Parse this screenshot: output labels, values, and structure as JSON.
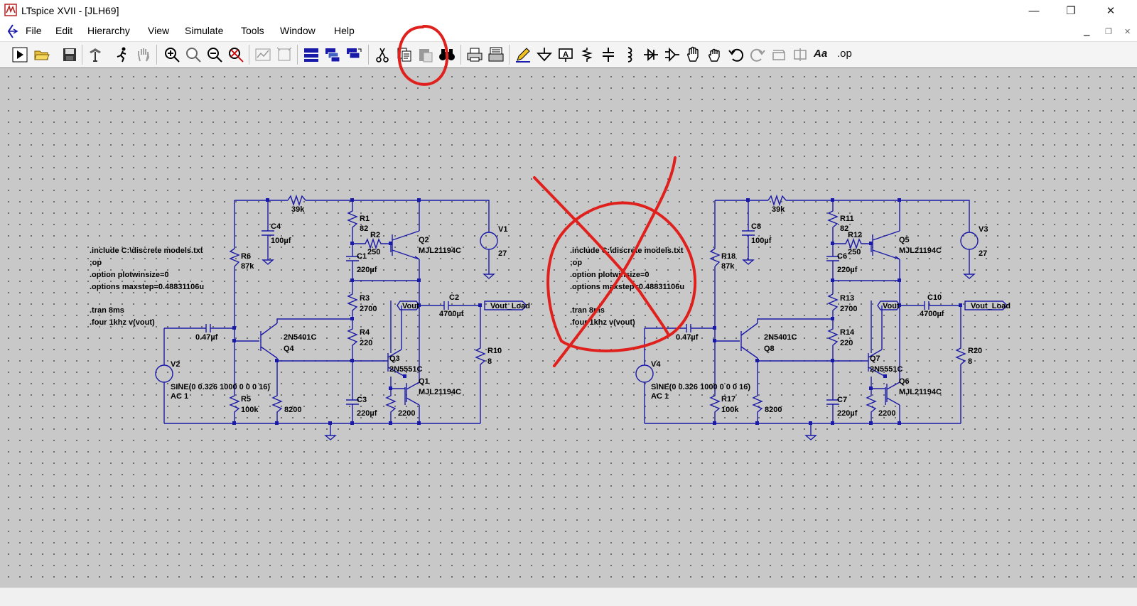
{
  "window": {
    "title": "LTspice XVII - [JLH69]",
    "minimize": "—",
    "maximize": "❐",
    "close": "✕"
  },
  "menu": [
    "File",
    "Edit",
    "Hierarchy",
    "View",
    "Simulate",
    "Tools",
    "Window",
    "Help"
  ],
  "toolbar": {
    "op_label": ".op",
    "font_label": "Aa"
  },
  "circuit1": {
    "directives": [
      ".include C:\\discrete models.txt",
      ";op",
      ".option plotwinsize=0",
      ".options maxstep=0.48831106u",
      ".tran 8ms",
      ".four 1khz v(vout)"
    ],
    "r_feedback": "39k",
    "c4": [
      "C4",
      "100µf"
    ],
    "r1": [
      "R1",
      "82"
    ],
    "r2": [
      "R2",
      "250"
    ],
    "q2": [
      "Q2",
      "MJL21194C"
    ],
    "v1": [
      "V1",
      "27"
    ],
    "r6": [
      "R6",
      "87k"
    ],
    "c1": [
      "C1",
      "220µf"
    ],
    "r3": [
      "R3",
      "2700"
    ],
    "vout": "Vout",
    "c2": [
      "C2",
      "4700µf"
    ],
    "vout_load": "Vout_Load",
    "c_in": "0.47µf",
    "q4": [
      "Q4",
      "2N5401C"
    ],
    "r4": [
      "R4",
      "220"
    ],
    "q3": [
      "Q3",
      "2N5551C"
    ],
    "r10": [
      "R10",
      "8"
    ],
    "v2": [
      "V2",
      "SINE(0 0.326 1000 0 0 0 16)",
      "AC 1"
    ],
    "q1": [
      "Q1",
      "MJL21194C"
    ],
    "r5": [
      "R5",
      "100k"
    ],
    "r_8200": "8200",
    "c3": [
      "C3",
      "220µf"
    ],
    "r_2200": "2200"
  },
  "circuit2": {
    "directives": [
      ".include C:\\discrete models.txt",
      ";op",
      ".option plotwinsize=0",
      ".options maxstep=0.48831106u",
      ".tran 8ms",
      ".four 1khz v(vout)"
    ],
    "r_feedback": "39k",
    "c4": [
      "C8",
      "100µf"
    ],
    "r1": [
      "R11",
      "82"
    ],
    "r2": [
      "R12",
      "250"
    ],
    "q2": [
      "Q5",
      "MJL21194C"
    ],
    "v1": [
      "V3",
      "27"
    ],
    "r6": [
      "R18",
      "87k"
    ],
    "c1": [
      "C6",
      "220µf"
    ],
    "r3": [
      "R13",
      "2700"
    ],
    "vout": "Vout",
    "c2": [
      "C10",
      "4700µf"
    ],
    "vout_load": "Vout_Load",
    "c_in": "0.47µf",
    "q4": [
      "Q8",
      "2N5401C"
    ],
    "r4": [
      "R14",
      "220"
    ],
    "q3": [
      "Q7",
      "2N5551C"
    ],
    "r10": [
      "R20",
      "8"
    ],
    "v2": [
      "V4",
      "SINE(0 0.326 1000 0 0 0 16)",
      "AC 1"
    ],
    "q1": [
      "Q6",
      "MJL21194C"
    ],
    "r5": [
      "R17",
      "100k"
    ],
    "r_8200": "8200",
    "c3": [
      "C7",
      "220µf"
    ],
    "r_2200": "2200"
  },
  "annotation_color": "#e0201c",
  "wire_color": "#1a1aa8"
}
